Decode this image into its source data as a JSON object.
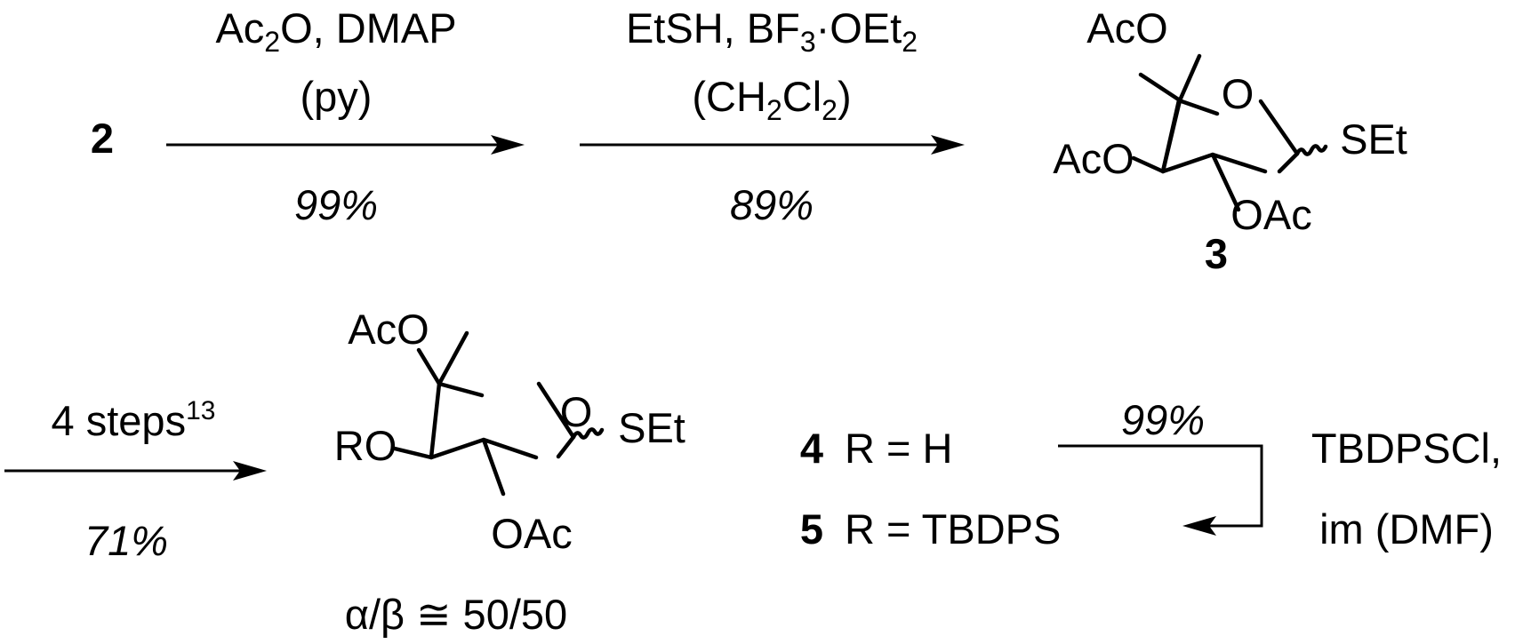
{
  "step1": {
    "reagent_a": "Ac",
    "reagent_sub": "2",
    "reagent_b": "O, DMAP",
    "solvent": "(py)",
    "yield": "99%"
  },
  "step2": {
    "reagent_a": "EtSH, BF",
    "reagent_sub1": "3",
    "reagent_b": "·OEt",
    "reagent_sub2": "2",
    "solvent_a": "(CH",
    "solvent_sub1": "2",
    "solvent_b": "Cl",
    "solvent_sub2": "2",
    "solvent_c": ")",
    "yield": "89%"
  },
  "compound2": {
    "number": "2"
  },
  "compound3": {
    "number": "3",
    "sub_c4": "AcO",
    "sub_c3": "AcO",
    "ring_o": "O",
    "sub_c1": "SEt",
    "sub_c2": "OAc"
  },
  "step3": {
    "reagent_a": "4 steps",
    "reagent_sup": "13",
    "yield": "71%"
  },
  "product": {
    "sub_c4": "AcO",
    "sub_c3": "RO",
    "ring_o": "O",
    "sub_c1": "SEt",
    "sub_c2": "OAc",
    "anomer_ratio": "α/β ≅ 50/50"
  },
  "compound4": {
    "number": "4",
    "r_def": "R = H"
  },
  "compound5": {
    "number": "5",
    "r_def": "R = TBDPS"
  },
  "step4": {
    "yield": "99%",
    "reagent_line1": "TBDPSCl,",
    "reagent_line2": "im (DMF)"
  }
}
